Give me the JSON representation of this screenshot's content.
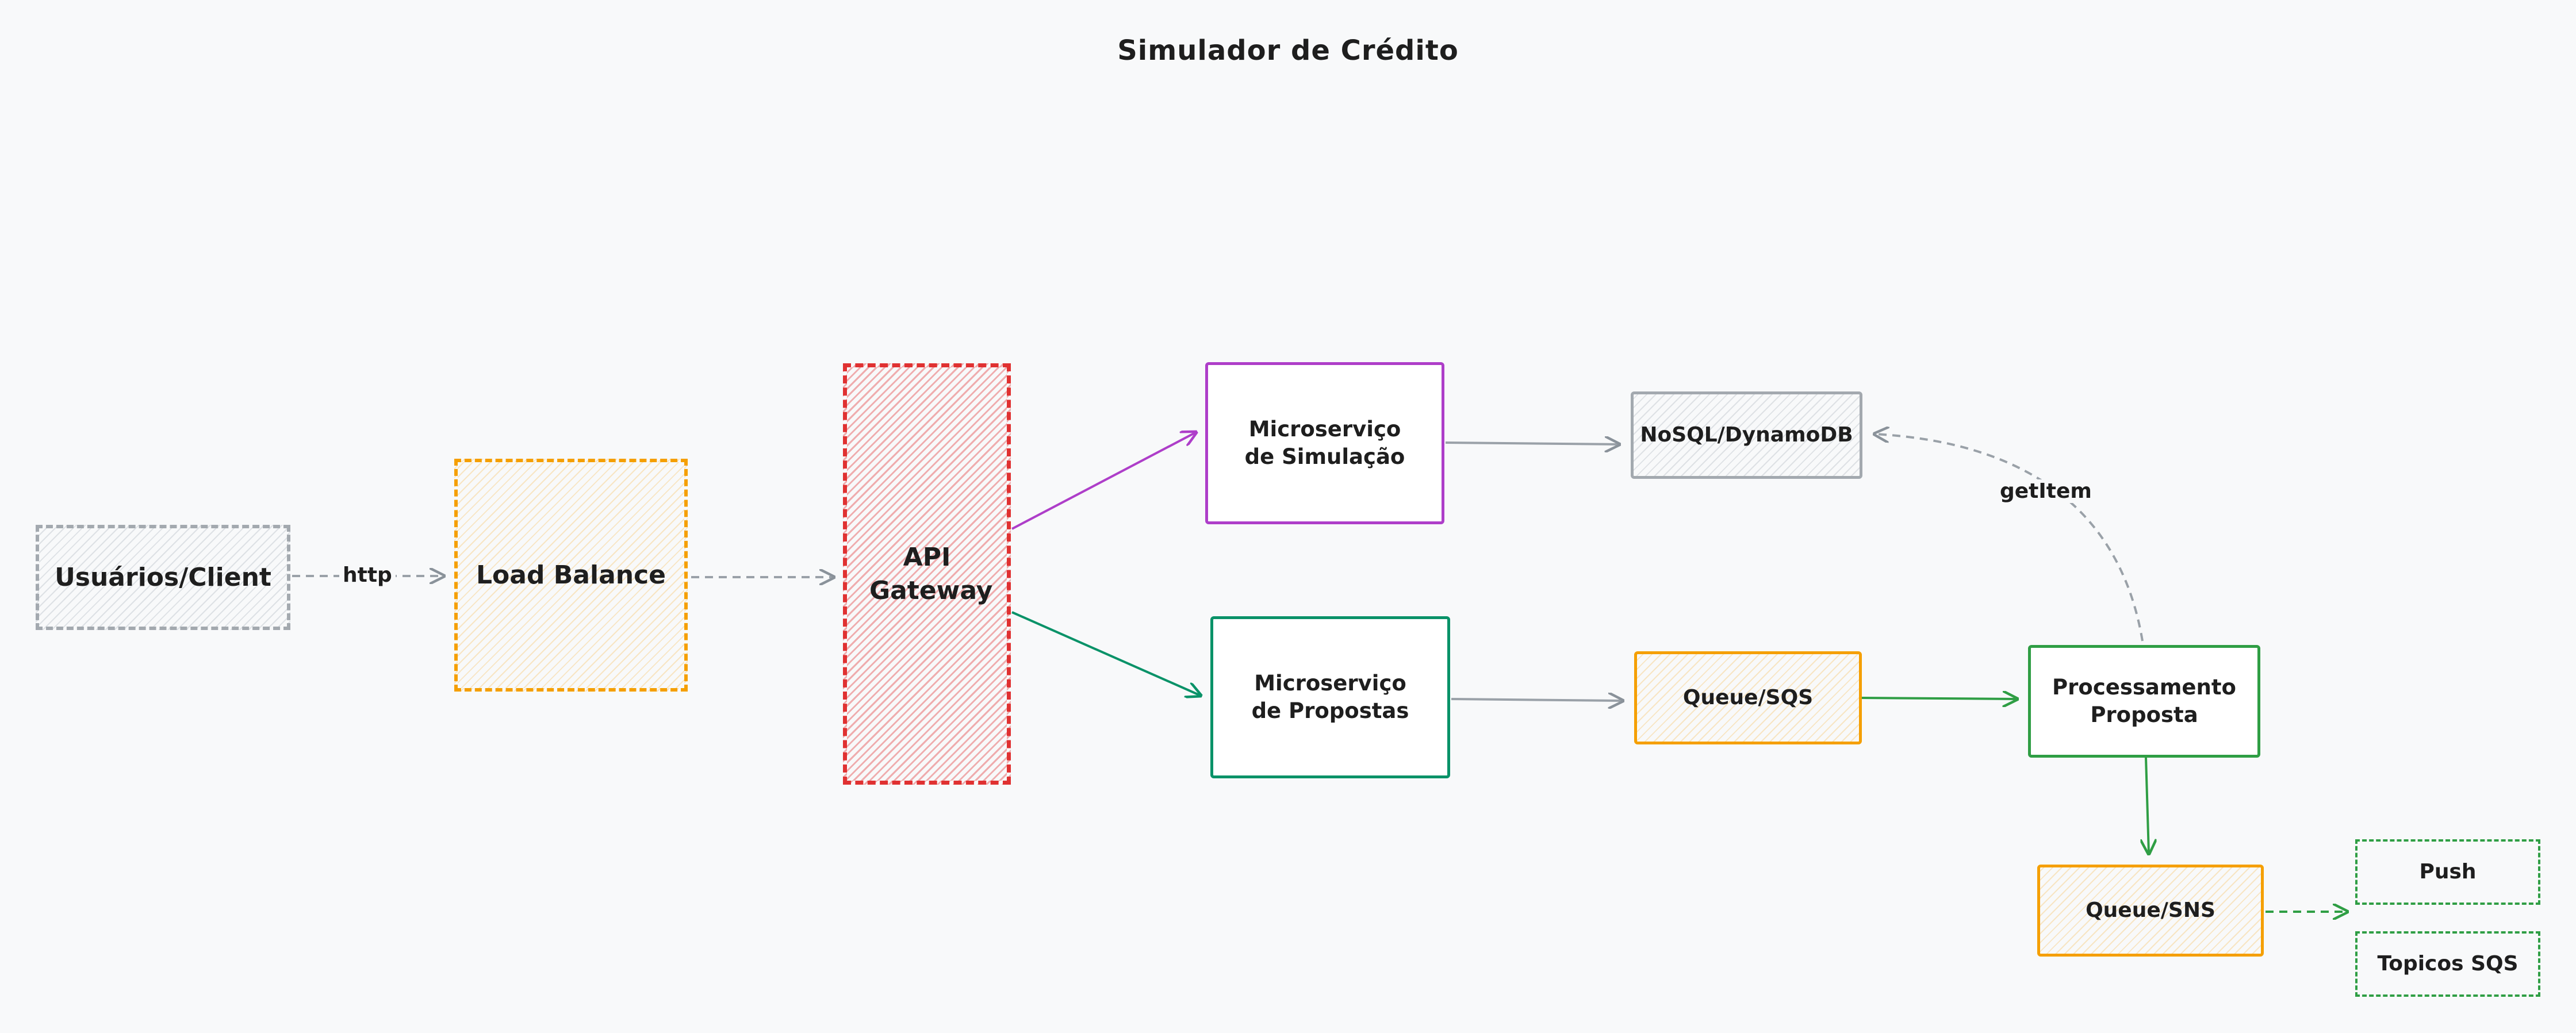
{
  "title": "Simulador de Crédito",
  "colors": {
    "gray": "#adb5bd",
    "orange": "#f59f00",
    "red": "#e03131",
    "purple": "#ae3ec9",
    "green_dark": "#099268",
    "green": "#2f9e44",
    "background": "#f8f9fa"
  },
  "nodes": {
    "client": "Usuários/Client",
    "load_balance": "Load Balance",
    "api_gateway": "API Gateway",
    "ms_simulacao": "Microserviço de Simulação",
    "ms_propostas": "Microserviço de Propostas",
    "nosql": "NoSQL/DynamoDB",
    "queue_sqs": "Queue/SQS",
    "processamento": "Processamento Proposta",
    "queue_sns": "Queue/SNS",
    "push": "Push",
    "topicos": "Topicos SQS"
  },
  "edges": {
    "http_label": "http",
    "getitem_label": "getItem"
  }
}
